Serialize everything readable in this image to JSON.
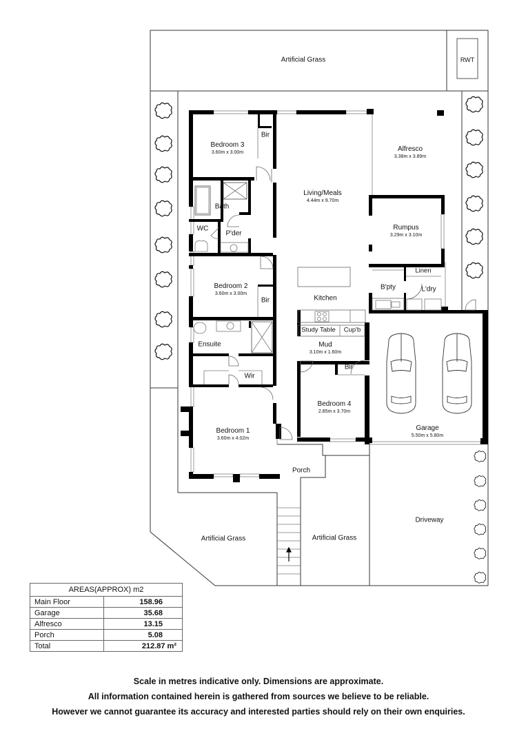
{
  "floor_plan": {
    "outdoor": {
      "rear_grass": "Artificial Grass",
      "rwt": "RWT",
      "front_left_grass": "Artificial Grass",
      "front_mid_grass": "Artificial Grass",
      "driveway": "Driveway"
    },
    "rooms": {
      "bedroom3": {
        "name": "Bedroom 3",
        "dims": "3.60m x 3.00m"
      },
      "bir3": {
        "name": "Bir"
      },
      "living": {
        "name": "Living/Meals",
        "dims": "4.44m x 9.70m"
      },
      "alfresco": {
        "name": "Alfresco",
        "dims": "3.38m x 3.89m"
      },
      "bath": {
        "name": "Bath"
      },
      "wc": {
        "name": "WC"
      },
      "pder": {
        "name": "P'der"
      },
      "rumpus": {
        "name": "Rumpus",
        "dims": "3.29m x 3.10m"
      },
      "linen": {
        "name": "Linen"
      },
      "bpty": {
        "name": "B'pty"
      },
      "ldry": {
        "name": "L'dry"
      },
      "bedroom2": {
        "name": "Bedroom 2",
        "dims": "3.60m x 3.00m"
      },
      "bir2": {
        "name": "Bir"
      },
      "kitchen": {
        "name": "Kitchen"
      },
      "study_table": {
        "name": "Study Table"
      },
      "cupb": {
        "name": "Cup'b"
      },
      "ensuite": {
        "name": "Ensuite"
      },
      "mud": {
        "name": "Mud",
        "dims": "3.10m x 1.60m"
      },
      "wir": {
        "name": "Wir"
      },
      "bir4": {
        "name": "Bir"
      },
      "bedroom4": {
        "name": "Bedroom 4",
        "dims": "2.85m x 3.70m"
      },
      "bedroom1": {
        "name": "Bedroom 1",
        "dims": "3.60m x 4.02m"
      },
      "garage": {
        "name": "Garage",
        "dims": "5.50m x 5.80m"
      },
      "porch": {
        "name": "Porch"
      }
    }
  },
  "areas_table": {
    "header": "AREAS(APPROX) m2",
    "rows": [
      {
        "label": "Main Floor",
        "value": "158.96"
      },
      {
        "label": "Garage",
        "value": "35.68"
      },
      {
        "label": "Alfresco",
        "value": "13.15"
      },
      {
        "label": "Porch",
        "value": "5.08"
      },
      {
        "label": "Total",
        "value": "212.87 m²"
      }
    ]
  },
  "disclaimer": {
    "line1": "Scale in metres indicative only. Dimensions are approximate.",
    "line2": "All information contained herein is gathered from sources we believe to be reliable.",
    "line3": "However we cannot guarantee its accuracy and interested parties should rely on their own enquiries."
  },
  "colors": {
    "wall": "#000000",
    "line": "#333333",
    "window": "#999999"
  }
}
